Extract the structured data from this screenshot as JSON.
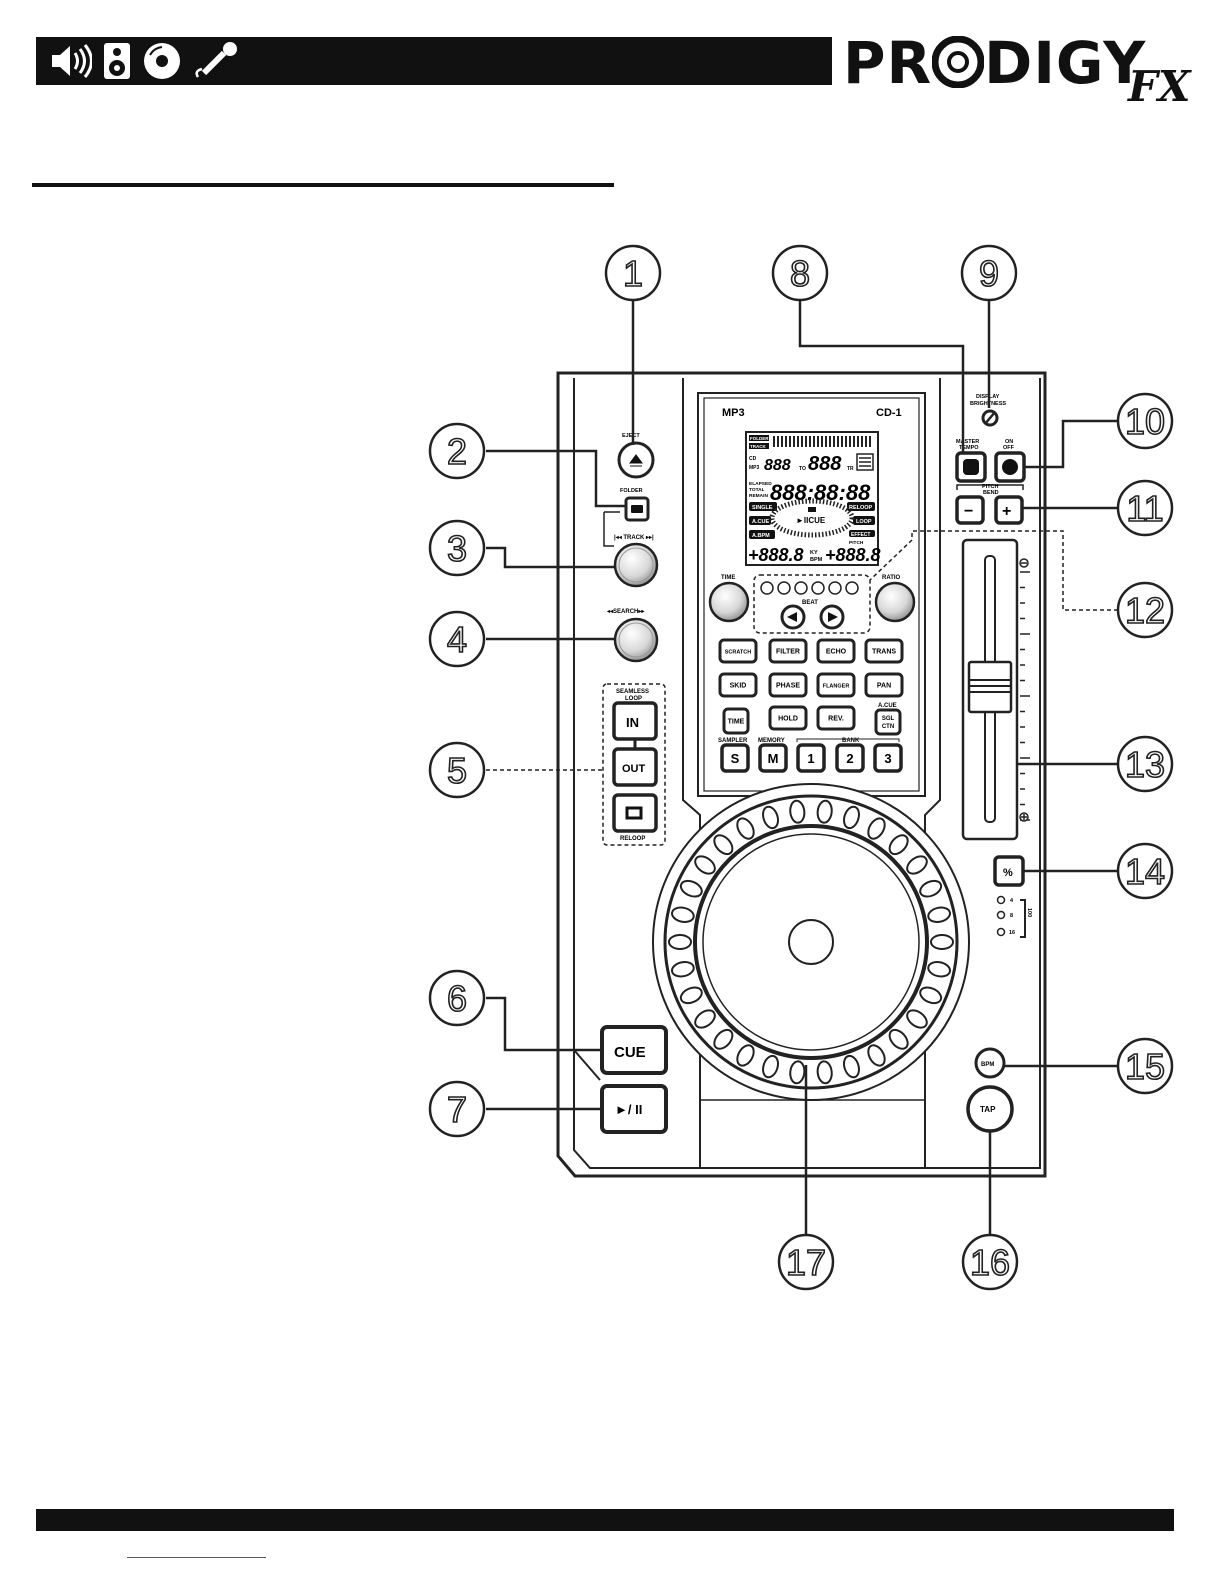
{
  "brand": {
    "name": "PR",
    "name2": "DIGY",
    "suffix": "FX"
  },
  "header_icons": [
    "speaker-icon",
    "loudspeaker-icon",
    "disc-icon",
    "microphone-icon"
  ],
  "callouts": [
    "1",
    "2",
    "3",
    "4",
    "5",
    "6",
    "7",
    "8",
    "9",
    "10",
    "11",
    "12",
    "13",
    "14",
    "15",
    "16",
    "17"
  ],
  "labels": {
    "eject": "EJECT",
    "folder": "FOLDER",
    "track": "|◂◂ TRACK ▸▸|",
    "search": "◂◂SEARCH▸▸",
    "seamless_loop_1": "SEAMLESS",
    "seamless_loop_2": "LOOP",
    "in": "IN",
    "out": "OUT",
    "reloop": "RELOOP",
    "cue": "CUE",
    "play_pause": "►/ II",
    "mp3": "MP3",
    "model": "CD-1",
    "display_brightness_1": "DISPLAY",
    "display_brightness_2": "BRIGHTNESS",
    "master_tempo_1": "MASTER",
    "master_tempo_2": "TEMPO",
    "on_off_1": "ON",
    "on_off_2": "OFF",
    "pitch_bend_1": "PITCH",
    "pitch_bend_2": "BEND",
    "minus": "−",
    "plus": "+",
    "time_knob": "TIME",
    "ratio_knob": "RATIO",
    "beat": "BEAT",
    "pct": "%",
    "bpm": "BPM",
    "tap": "TAP",
    "range_4": "4",
    "range_8": "8",
    "range_16": "16",
    "range_100": "100",
    "sampler": "SAMPLER",
    "memory": "MEMORY",
    "bank": "BANK",
    "a_cue": "A.CUE",
    "sgl_1": "SGL",
    "sgl_2": "CTN"
  },
  "effect_buttons": [
    "SCRATCH",
    "FILTER",
    "ECHO",
    "TRANS",
    "SKID",
    "PHASE",
    "FLANGER",
    "PAN",
    "TIME",
    "HOLD",
    "REV."
  ],
  "bank_buttons": [
    "S",
    "M",
    "1",
    "2",
    "3"
  ],
  "lcd": {
    "folder": "FOLDER",
    "track": "TRACK",
    "cd": "CD",
    "mp3": "MP3",
    "digits_top": "888",
    "to": "TO",
    "digits_top2": "888",
    "tr": "TR",
    "elapsed": "ELAPSED",
    "total": "TOTAL",
    "remain": "REMAIN",
    "time_digits": "888:88:88",
    "single": "SINGLE",
    "reloop": "RELOOP",
    "acue": "A.CUE",
    "loop": "LOOP",
    "abpm": "A.BPM",
    "effect": "EFFECT",
    "pitch": "PITCH",
    "play_cue": "►IICUE",
    "bpm_digits": "+888.8",
    "pitch_digits": "+888.8",
    "bpm": "BPM",
    "ky": "KY"
  }
}
